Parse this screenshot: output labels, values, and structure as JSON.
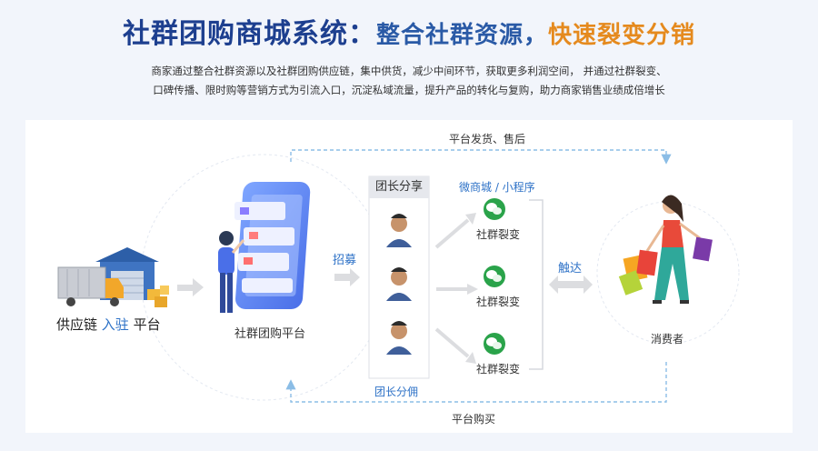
{
  "header": {
    "title_main": "社群团购商城系统：",
    "title_mid": "整合社群资源，",
    "title_accent": "快速裂变分销",
    "desc_line1": "商家通过整合社群资源以及社群团购供应链，集中供货，减少中间环节，获取更多利润空间，  并通过社群裂变、",
    "desc_line2": "口碑传播、限时购等营销方式为引流入口，沉淀私域流量，提升产品的转化与复购，助力商家销售业绩成倍增长"
  },
  "diagram": {
    "supply_a": "供应链",
    "supply_b": "入驻",
    "supply_c": "平台",
    "platform": "社群团购平台",
    "recruit": "招募",
    "leader_share": "团长分享",
    "leader_commission": "团长分佣",
    "mini_shop": "微商城 / 小程序",
    "fission": [
      "社群裂变",
      "社群裂变",
      "社群裂变"
    ],
    "reach": "触达",
    "consumer": "消费者",
    "top_flow": "平台发货、售后",
    "bottom_flow": "平台购买"
  },
  "colors": {
    "title_blue": "#1d3f8f",
    "accent_orange": "#e58a1e",
    "link_blue": "#2e72c7",
    "wechat_green": "#2aa34a"
  }
}
